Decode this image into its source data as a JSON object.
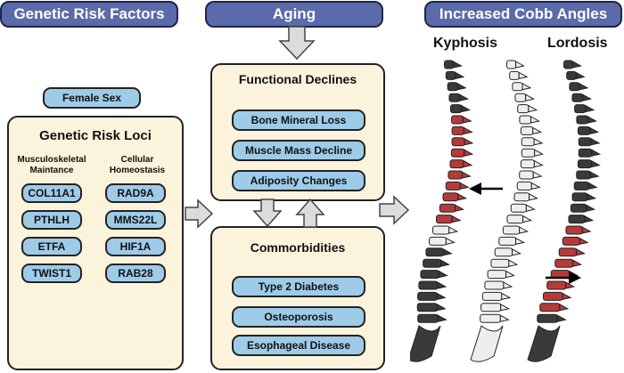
{
  "headers": {
    "genetic": "Genetic Risk Factors",
    "aging": "Aging",
    "cobb": "Increased Cobb Angles"
  },
  "female_sex": "Female Sex",
  "loci": {
    "title": "Genetic Risk Loci",
    "col1_line1": "Musculoskeletal",
    "col1_line2": "Maintance",
    "col2_line1": "Cellular",
    "col2_line2": "Homeostasis",
    "col1": [
      "COL11A1",
      "PTHLH",
      "ETFA",
      "TWIST1"
    ],
    "col2": [
      "RAD9A",
      "MMS22L",
      "HIF1A",
      "RAB28"
    ]
  },
  "functional": {
    "title": "Functional Declines",
    "items": [
      "Bone Mineral Loss",
      "Muscle Mass Decline",
      "Adiposity Changes"
    ]
  },
  "comorbid": {
    "title": "Commorbidities",
    "items": [
      "Type 2 Diabetes",
      "Osteoporosis",
      "Esophageal Disease"
    ]
  },
  "spine_labels": {
    "kyphosis": "Kyphosis",
    "lordosis": "Lordosis"
  },
  "colors": {
    "header": "#5b6aa8",
    "panel": "#fcf3dc",
    "pill": "#9ecbe8",
    "arrow": "#dcdcdc",
    "vertebra_dark": "#3a3a3a",
    "vertebra_red": "#b53a3a",
    "vertebra_light": "#eeeeee"
  }
}
